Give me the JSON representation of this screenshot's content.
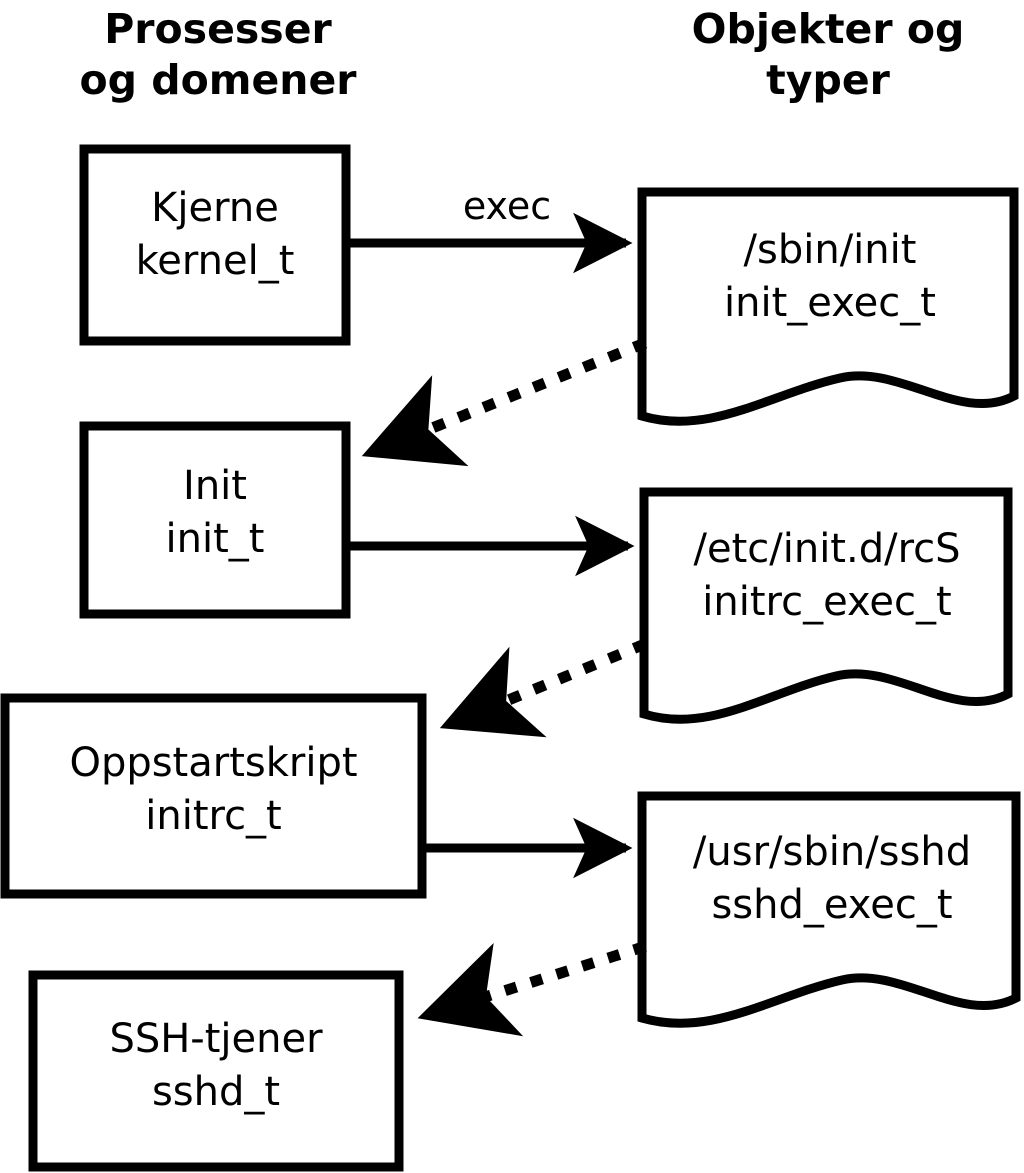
{
  "headings": {
    "left": "Prosesser\nog domener",
    "right": "Objekter og\ntyper"
  },
  "colors": {
    "stroke": "#000000",
    "fill": "#ffffff",
    "background": "#ffffff"
  },
  "processes": [
    {
      "id": "kernel",
      "title": "Kjerne",
      "type": "kernel_t"
    },
    {
      "id": "init",
      "title": "Init",
      "type": "init_t"
    },
    {
      "id": "initrc",
      "title": "Oppstartskript",
      "type": "initrc_t"
    },
    {
      "id": "sshd",
      "title": "SSH-tjener",
      "type": "sshd_t"
    }
  ],
  "objects": [
    {
      "id": "sbin-init",
      "path": "/sbin/init",
      "type": "init_exec_t"
    },
    {
      "id": "initd-rcs",
      "path": "/etc/init.d/rcS",
      "type": "initrc_exec_t"
    },
    {
      "id": "usr-sshd",
      "path": "/usr/sbin/sshd",
      "type": "sshd_exec_t"
    }
  ],
  "edges": [
    {
      "id": "kernel-exec-init",
      "from": "kernel",
      "to": "sbin-init",
      "label": "exec",
      "style": "solid"
    },
    {
      "id": "sbininit-transition",
      "from": "sbin-init",
      "to": "init",
      "label": "",
      "style": "dotted"
    },
    {
      "id": "init-exec-rcs",
      "from": "init",
      "to": "initd-rcs",
      "label": "",
      "style": "solid"
    },
    {
      "id": "rcs-transition",
      "from": "initd-rcs",
      "to": "initrc",
      "label": "",
      "style": "dotted"
    },
    {
      "id": "initrc-exec-sshd",
      "from": "initrc",
      "to": "usr-sshd",
      "label": "",
      "style": "solid"
    },
    {
      "id": "sshd-transition",
      "from": "usr-sshd",
      "to": "sshd",
      "label": "",
      "style": "dotted"
    }
  ],
  "labels": {
    "kernel_block": "Kjerne\nkernel_t",
    "init_block": "Init\ninit_t",
    "initrc_block": "Oppstartskript\ninitrc_t",
    "sshd_block": "SSH-tjener\nsshd_t",
    "sbin_init_block": "/sbin/init\ninit_exec_t",
    "initd_rcs_block": "/etc/init.d/rcS\ninitrc_exec_t",
    "usr_sshd_block": "/usr/sbin/sshd\nsshd_exec_t",
    "exec_edge": "exec"
  }
}
